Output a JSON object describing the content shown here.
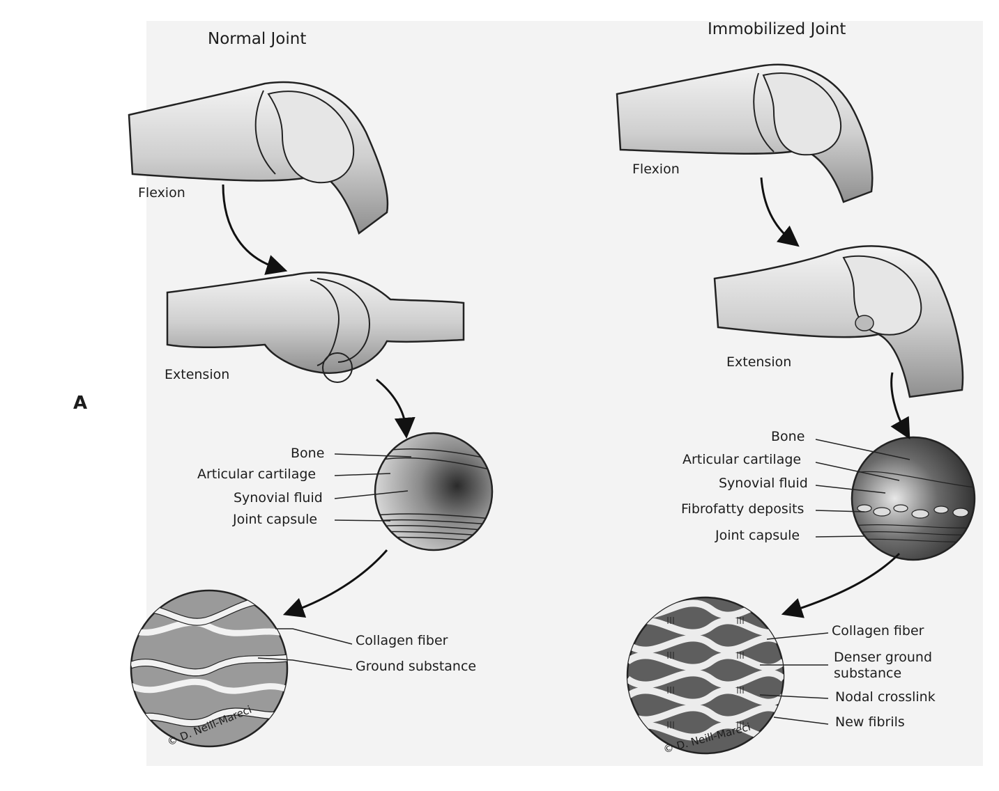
{
  "left": {
    "title": "Normal Joint",
    "flexion": "Flexion",
    "extension": "Extension",
    "panel_label": "A",
    "zoom_labels": [
      "Bone",
      "Articular cartilage",
      "Synovial fluid",
      "Joint capsule"
    ],
    "micro_labels": [
      "Collagen fiber",
      "Ground substance"
    ],
    "credit": "© D. Neill-Mareci"
  },
  "right": {
    "title": "Immobilized Joint",
    "flexion": "Flexion",
    "extension": "Extension",
    "zoom_labels": [
      "Bone",
      "Articular cartilage",
      "Synovial fluid",
      "Fibrofatty deposits",
      "Joint capsule"
    ],
    "micro_labels": [
      "Collagen fiber",
      "Denser ground",
      "substance",
      "Nodal crosslink",
      "New fibrils"
    ],
    "credit": "© D. Neill-Mareci"
  },
  "colors": {
    "ink": "#1c1c1c",
    "bone_shade": "#d8d8d8",
    "background_page": "#f2f2f2",
    "micro_fill_normal": "#9a9a9a",
    "micro_fill_immobilized": "#5e5e5e"
  }
}
